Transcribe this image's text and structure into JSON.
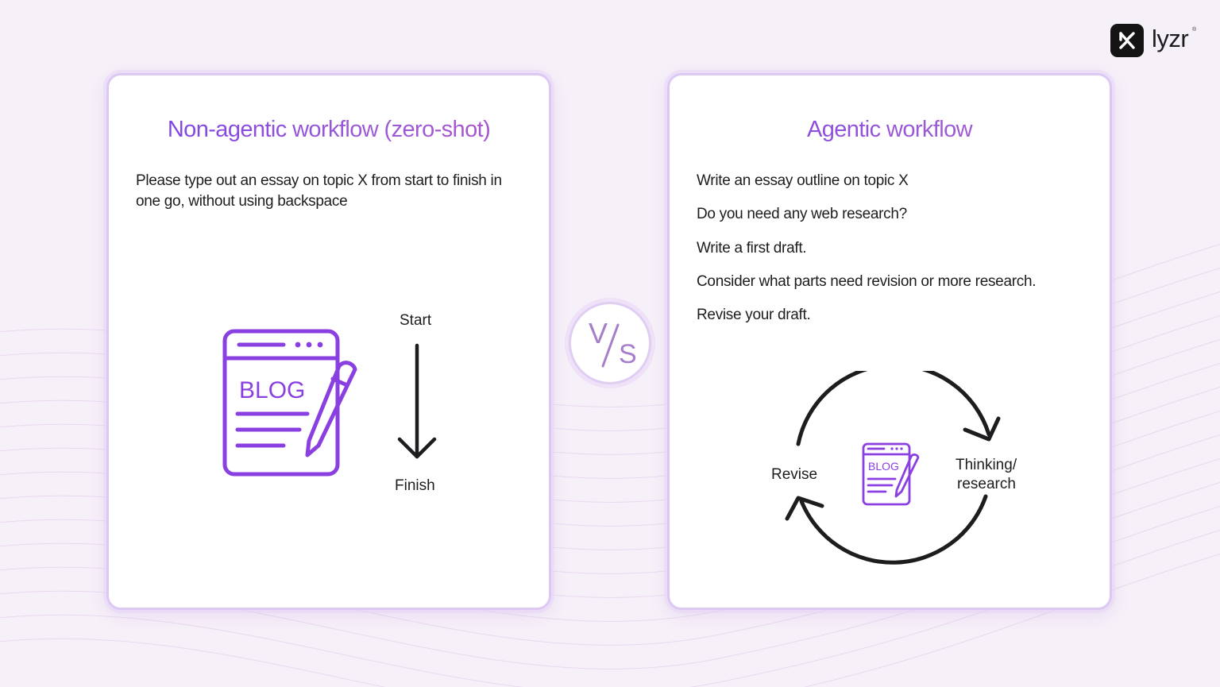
{
  "brand": {
    "name": "lyzr",
    "registered": "®",
    "icon": "lyzr-logo-icon"
  },
  "colors": {
    "accent": "#8a3fe0",
    "title_gradient_start": "#7b3fe4",
    "title_gradient_end": "#b24fc9",
    "card_border": "#ddc8f4",
    "stroke": "#1d1d1f"
  },
  "left_card": {
    "title": "Non-agentic workflow (zero-shot)",
    "prompt": "Please type out an essay on topic X from start to finish in one go, without using backspace",
    "illustration": {
      "icon": "blog-editor-icon",
      "blog_label": "BLOG"
    },
    "flow": {
      "start_label": "Start",
      "end_label": "Finish",
      "icon": "arrow-down-icon"
    }
  },
  "versus": {
    "v": "V",
    "s": "S"
  },
  "right_card": {
    "title": "Agentic workflow",
    "steps": [
      "Write an essay outline on topic X",
      "Do you need any web research?",
      "Write a first draft.",
      "Consider what parts need revision or more research.",
      "Revise your draft."
    ],
    "cycle": {
      "icon": "cycle-arrows-icon",
      "center_icon": "blog-editor-icon",
      "blog_label": "BLOG",
      "left_label": "Revise",
      "right_label_line1": "Thinking/",
      "right_label_line2": "research"
    }
  }
}
